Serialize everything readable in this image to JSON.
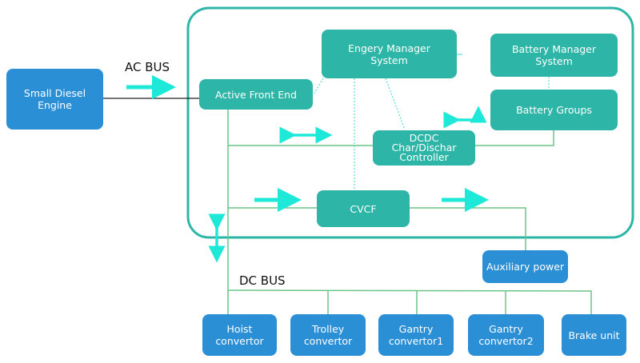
{
  "title": "Hybrid Crane Power System Diagram",
  "labels": {
    "ac_bus": "AC BUS",
    "dc_bus": "DC BUS"
  },
  "colors": {
    "container_border": "#2db5a8",
    "teal_box": "#2db5a8",
    "blue_box": "#2b8fd6",
    "bus_line": "#6cc48a",
    "arrow": "#1ee8d8",
    "dotted": "#3ed6cc",
    "ac_line": "#222222"
  },
  "nodes": {
    "diesel": "Small Diesel\nEngine",
    "afe": "Active Front End",
    "ems": "Engery Manager\nSystem",
    "bms": "Battery Manager\nSystem",
    "battery": "Battery Groups",
    "dcdc": "DCDC\nChar/Dischar\nController",
    "cvcf": "CVCF",
    "aux": "Auxiliary power",
    "hoist": "Hoist\nconvertor",
    "trolley": "Trolley\nconvertor",
    "gantry1": "Gantry\nconvertor1",
    "gantry2": "Gantry\nconvertor2",
    "brake": "Brake unit"
  }
}
